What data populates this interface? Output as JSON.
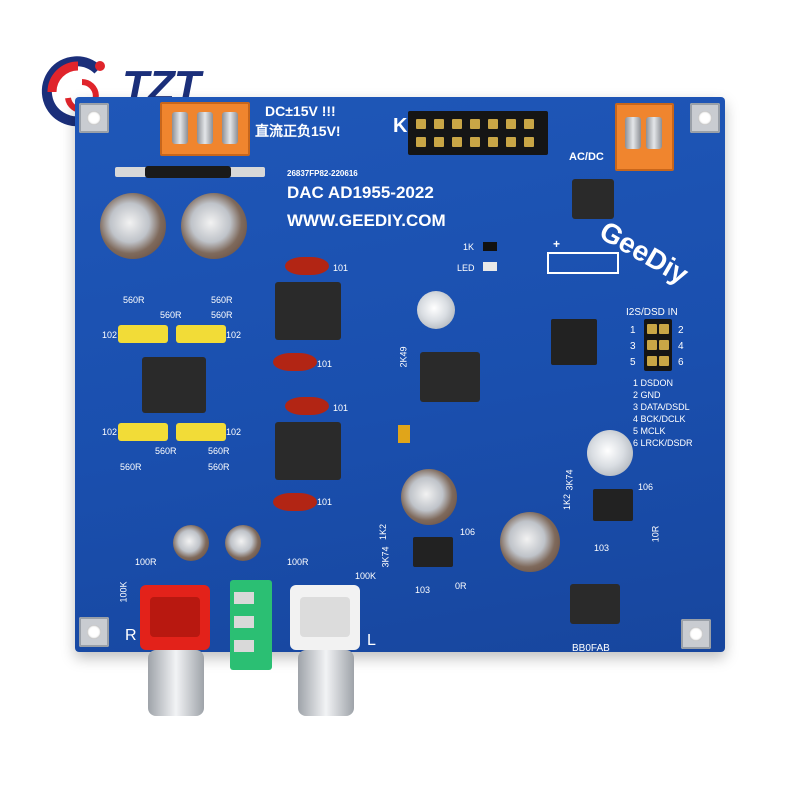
{
  "logo": {
    "text": "TZT"
  },
  "board": {
    "power": {
      "line1": "DC±15V !!!",
      "line2": "直流正负15V!"
    },
    "serial": "26837FP82-220616",
    "title": "DAC AD1955-2022",
    "website": "WWW.GEEDIY.COM",
    "brand": "GeeDiy",
    "acdc_label": "AC/DC",
    "k_label": "K",
    "led_labels": {
      "r1k": "1K",
      "led": "LED"
    },
    "plus": "+",
    "input_header": {
      "title": "I2S/DSD IN",
      "pin_numbers": [
        "1",
        "2",
        "3",
        "4",
        "5",
        "6"
      ]
    },
    "pinout": [
      "1 DSDON",
      "2 GND",
      "3 DATA/DSDL",
      "4 BCK/DCLK",
      "5 MCLK",
      "6 LRCK/DSDR"
    ],
    "resistors": [
      "560R",
      "560R",
      "560R",
      "560R",
      "560R",
      "560R",
      "560R",
      "560R",
      "102",
      "102",
      "102",
      "102",
      "101",
      "101",
      "101",
      "101",
      "2K49",
      "1K2",
      "3K74",
      "1K2",
      "3K74",
      "106",
      "106",
      "103",
      "103",
      "10R",
      "0R",
      "100R",
      "100R",
      "100K",
      "100K"
    ],
    "output_labels": {
      "r": "R",
      "l": "L"
    },
    "bridge_label": "BB0FAB"
  }
}
